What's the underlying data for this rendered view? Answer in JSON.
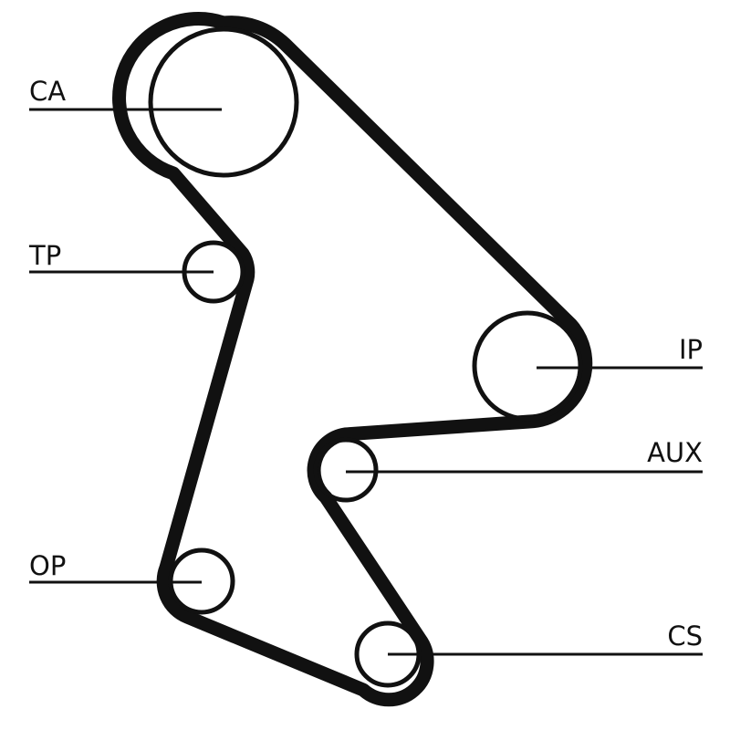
{
  "diagram": {
    "type": "timing-belt-layout",
    "colors": {
      "belt": "#111111",
      "background": "#ffffff"
    },
    "pulleys": [
      {
        "id": "CA",
        "label": "CA"
      },
      {
        "id": "TP",
        "label": "TP"
      },
      {
        "id": "OP",
        "label": "OP"
      },
      {
        "id": "IP",
        "label": "IP"
      },
      {
        "id": "AUX",
        "label": "AUX"
      },
      {
        "id": "CS",
        "label": "CS"
      }
    ]
  }
}
